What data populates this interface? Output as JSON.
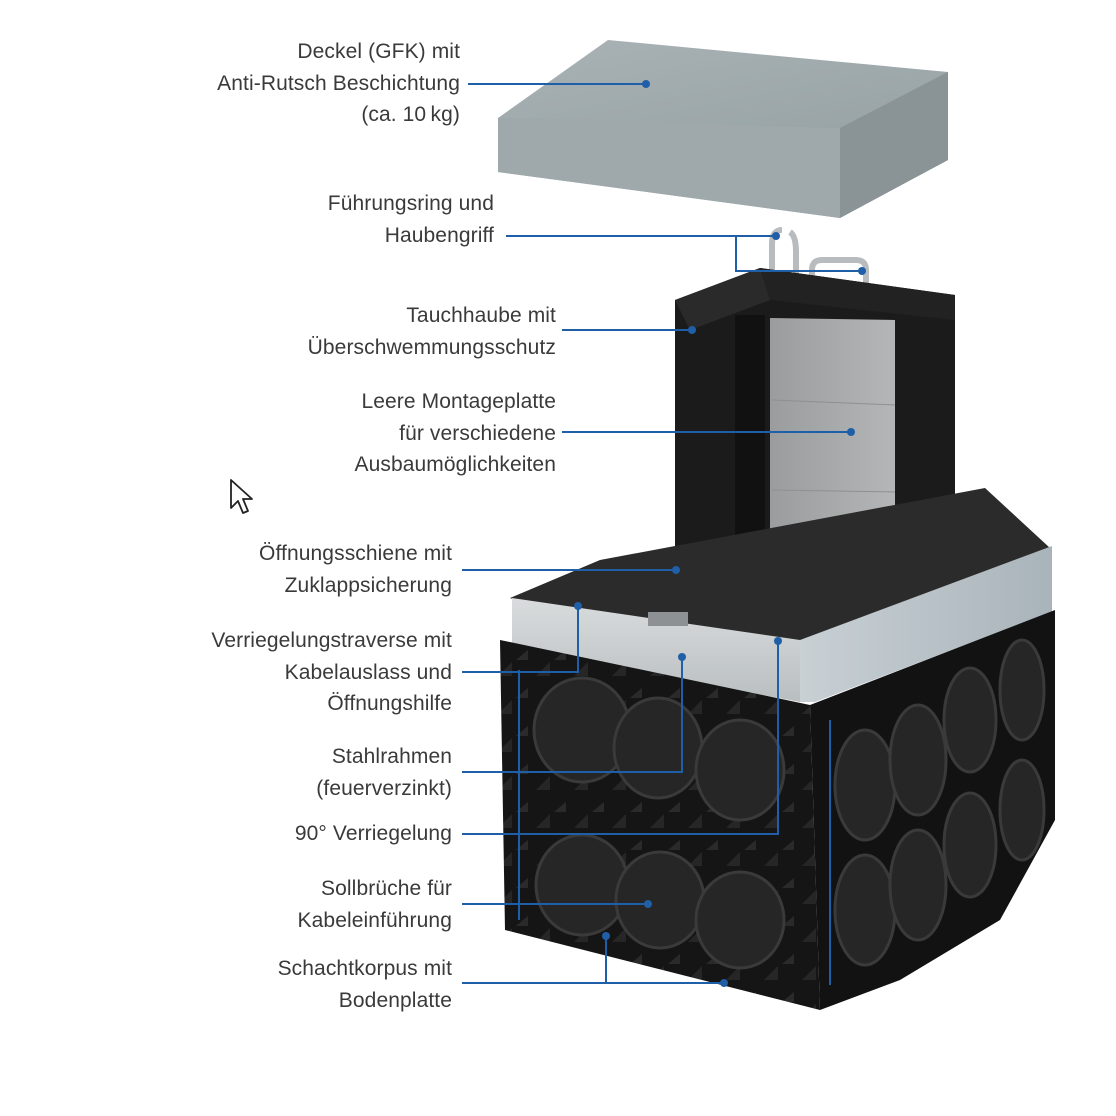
{
  "diagram": {
    "subject": "Kabelschacht / Unterflur-Verteilerschacht (exploded view)",
    "accent_color": "#1f5fa8",
    "labels": [
      {
        "id": "deckel",
        "lines": [
          "Deckel (GFK) mit",
          "Anti-Rutsch Beschichtung",
          "(ca. 10 kg)"
        ]
      },
      {
        "id": "fuehrungsring",
        "lines": [
          "Führungsring und",
          "Haubengriff"
        ]
      },
      {
        "id": "tauchhaube",
        "lines": [
          "Tauchhaube mit",
          "Überschwemmungsschutz"
        ]
      },
      {
        "id": "montageplatte",
        "lines": [
          "Leere Montageplatte",
          "für verschiedene",
          "Ausbaumöglichkeiten"
        ]
      },
      {
        "id": "oeffnungsschiene",
        "lines": [
          "Öffnungsschiene mit",
          "Zuklappsicherung"
        ]
      },
      {
        "id": "verriegelungstraverse",
        "lines": [
          "Verriegelungstraverse mit",
          "Kabelauslass und",
          "Öffnungshilfe"
        ]
      },
      {
        "id": "stahlrahmen",
        "lines": [
          "Stahlrahmen",
          "(feuerverzinkt)"
        ]
      },
      {
        "id": "verriegelung90",
        "lines": [
          "90° Verriegelung"
        ]
      },
      {
        "id": "sollbrueche",
        "lines": [
          "Sollbrüche für",
          "Kabeleinführung"
        ]
      },
      {
        "id": "schachtkorpus",
        "lines": [
          "Schachtkorpus mit",
          "Bodenplatte"
        ]
      }
    ]
  },
  "cursor": {
    "icon": "arrow-cursor-icon"
  }
}
